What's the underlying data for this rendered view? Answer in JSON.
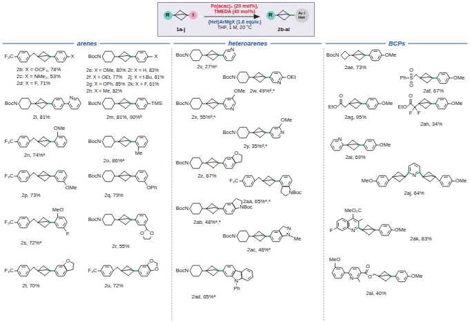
{
  "diagram": {
    "nodes": [
      {
        "text": [
          "Fe(acac)₃ (20 mol%), TMEDA (40 mol%)",
          "(Het)ArMgX (1.6 equiv.)",
          "THF, 1 M, 20 °C",
          "1a-j",
          "2b-al"
        ]
      },
      {
        "text": [
          "R"
        ],
        "in": 0
      },
      {
        "text": [
          "I"
        ],
        "in": 0
      },
      {
        "text": [
          "R"
        ],
        "in": 0
      },
      {
        "text": [
          "Ar / Het"
        ],
        "in": 0
      }
    ],
    "labels": [
      "arenes",
      "heteroarenes",
      "BCPs",
      "F₃C",
      "X",
      "2b: X = OCF₃, 78%",
      "2c: X = NMe₂, 53%",
      "2d: X = F, 71%",
      "BocN",
      "X",
      "2e: X = OMe, 80%",
      "2f: X = OEt, 77%",
      "2g: X = OPh, 85%",
      "2h: X = Me, 82%",
      "2i: X = H, 83%",
      "2j: X = t-Bu, 81%",
      "2k: X = F, 61%",
      "BocN",
      "N",
      "2l, 81%",
      "BocN",
      "TMS",
      "2m, 81%, 90%ᵇ",
      "F₃C",
      "OMe",
      "2n, 74%ᵃ",
      "BocN",
      "Me",
      "2o, 86%ᵃ",
      "F₃C",
      "OMe",
      "2p, 73%",
      "BocN",
      "OPh",
      "2q, 79%",
      "MeO",
      "F₃C",
      "F",
      "2s, 72%ᵃ",
      "BocN",
      "O",
      "O",
      "2r, 55%",
      "F₃C",
      "O",
      "2t, 70%",
      "F₃C",
      "O",
      "O",
      "2u, 72%",
      "BocN",
      "N",
      "2v, 27%ᶜ",
      "BocN",
      "N",
      "OEt",
      "2w, 49%ᵈ,ᵉ",
      "BocN",
      "OMe",
      "N",
      "2x, 55%ᵈ,ᵉ",
      "BocN",
      "OMe",
      "N",
      "2y, 35%ᵈ,ᵉ",
      "BocN",
      "O",
      "2z, 67%",
      "F₃C",
      "NBoc",
      "2aa, 65%ᵃ,ᵉ",
      "BocN",
      "NBoc",
      "2ab, 48%ᵃ,ᵉ",
      "BocN",
      "N",
      "N",
      "Me",
      "2ac, 46%ᵉ",
      "BocN",
      "N",
      "Ph",
      "2ad, 65%ᵃ",
      "BocN",
      "OMe",
      "2ae, 73%",
      "Ph",
      "S",
      "O",
      "O",
      "OMe",
      "2af, 67%",
      "EtO",
      "O",
      "OMe",
      "2ag, 95%",
      "EtO",
      "O",
      "F",
      "F",
      "OMe",
      "2ah, 34%",
      "N",
      "OMe",
      "2ai, 69%",
      "MeO",
      "N",
      "OMe",
      "2aj, 64%",
      "MeO₂C",
      "F",
      "N",
      "OMe",
      "2ak, 83%",
      "MeO",
      "N",
      "O",
      "O",
      "OMe",
      "2al, 40%"
    ]
  }
}
